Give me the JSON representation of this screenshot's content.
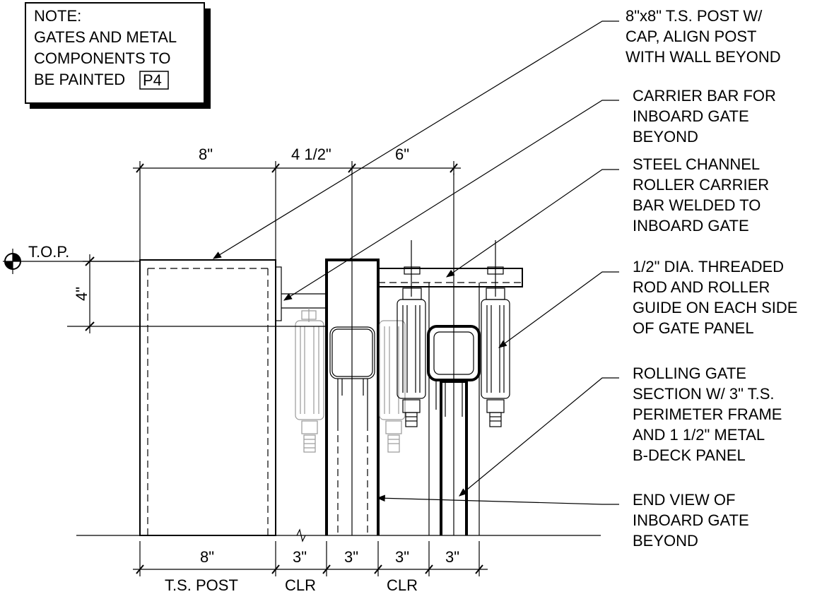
{
  "note": {
    "lines": [
      "NOTE:",
      "GATES AND METAL",
      "COMPONENTS TO",
      "BE PAINTED"
    ],
    "tag": "P4"
  },
  "top_label": "T.O.P.",
  "dims_top": [
    "8\"",
    "4 1/2\"",
    "6\""
  ],
  "dim_side": "4\"",
  "dims_bottom": [
    "8\"",
    "3\"",
    "3\"",
    "3\"",
    "3\""
  ],
  "bottom_labels": [
    "T.S. POST",
    "CLR",
    "CLR"
  ],
  "callouts": [
    {
      "lines": [
        "8\"x8\" T.S. POST W/",
        "CAP,  ALIGN POST",
        "WITH WALL BEYOND"
      ]
    },
    {
      "lines": [
        "CARRIER BAR FOR",
        "INBOARD GATE",
        "BEYOND"
      ]
    },
    {
      "lines": [
        "STEEL CHANNEL",
        "ROLLER CARRIER",
        "BAR WELDED TO",
        "INBOARD GATE"
      ]
    },
    {
      "lines": [
        "1/2\" DIA. THREADED",
        "ROD AND ROLLER",
        "GUIDE ON EACH SIDE",
        "OF GATE PANEL"
      ]
    },
    {
      "lines": [
        "ROLLING GATE",
        "SECTION W/ 3\" T.S.",
        "PERIMETER FRAME",
        "AND 1 1/2\" METAL",
        "B-DECK PANEL"
      ]
    },
    {
      "lines": [
        "END VIEW OF",
        "INBOARD GATE",
        "BEYOND"
      ]
    }
  ]
}
